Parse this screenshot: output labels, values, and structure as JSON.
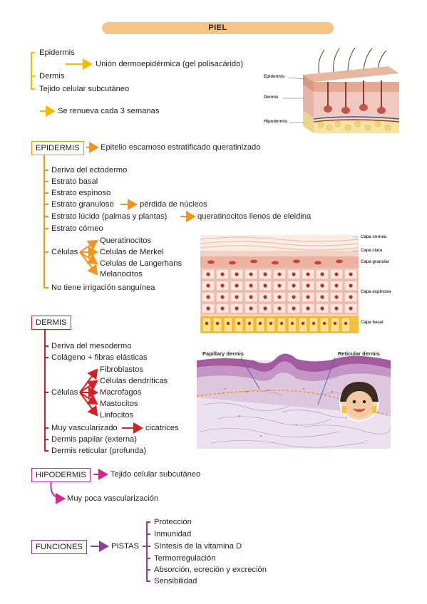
{
  "title": "PIEL",
  "intro": {
    "epidermis": "Epidermis",
    "union": "Unión dermoepidérmica (gel polisacárido)",
    "dermis": "Dermis",
    "tejido": "Tejido celular subcutáneo",
    "renueva": "Se renueva cada 3 semanas"
  },
  "skin_diagram": {
    "labels": [
      "Epidermis",
      "Dermis",
      "Hipodermis"
    ]
  },
  "epidermis": {
    "header": "EPIDERMIS",
    "desc": "Epitelio escamoso estratificado queratinizado",
    "items": [
      "Deriva del ectodermo",
      "Estrato basal",
      "Estrato espinoso",
      "Estrato granuloso",
      "Estrato lúcido (palmas y plantas)",
      "Estrato córneo"
    ],
    "granuloso_result": "pérdida de núcleos",
    "lucido_result": "queratinocitos llenos de eleidina",
    "cells_label": "Células",
    "cells": [
      "Queratinocitos",
      "Celulas de Merkel",
      "Celulas de Langerhans",
      "Melanocitos"
    ],
    "last": "No tiene irrigación sanguínea"
  },
  "layers_diagram": {
    "labels": [
      "Capa cornea",
      "Capa clara",
      "Capa granular",
      "Capa espinosa",
      "Capa basal"
    ]
  },
  "dermis": {
    "header": "DERMIS",
    "items": [
      "Deriva del mesodermo",
      "Colágeno + fibras elásticas"
    ],
    "cells_label": "Células",
    "cells": [
      "Fibroblastos",
      "Células dendríticas",
      "Macrofagos",
      "Mastocitos",
      "Linfocitos"
    ],
    "vascular": "Muy vascularizado",
    "cicatrices": "cicatrices",
    "papilar": "Dermis papilar (externa)",
    "reticular": "Dermis reticular (profunda)"
  },
  "histology": {
    "labels": [
      "Papillary dermis",
      "Reticular dermis"
    ]
  },
  "hipodermis": {
    "header": "HIPODERMIS",
    "desc": "Tejido celular subcutáneo",
    "sub": "Muy poca vascularización"
  },
  "funciones": {
    "header": "FUNCIONES",
    "pistas": "PISTAS",
    "items": [
      "Protección",
      "Inmunidad",
      "Síntesis de la vitamina D",
      "Termorregulación",
      "Absorción, ecreción y excreción",
      "Sensibilidad"
    ]
  },
  "colors": {
    "yellow": "#f5b800",
    "orange": "#f0941e",
    "red": "#d41f24",
    "magenta": "#cc2a8e",
    "purple": "#8a3f9a",
    "banner": "#f9c483"
  }
}
